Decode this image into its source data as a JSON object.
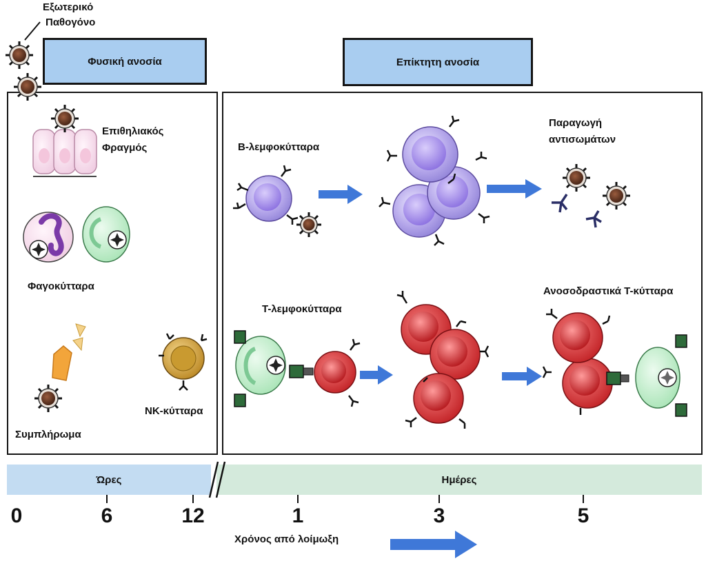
{
  "labels": {
    "pathogen": [
      "Εξωτερικό",
      "Παθογόνο"
    ],
    "innate_header": "Φυσική ανοσία",
    "adaptive_header": "Επίκτητη ανοσία",
    "epithelial": [
      "Επιθηλιακός",
      "Φραγμός"
    ],
    "phagocytes": "Φαγοκύτταρα",
    "complement": "Συμπλήρωμα",
    "nk_cells": "NK-κύτταρα",
    "b_cells": "B-λεμφοκύτταρα",
    "antibody_production": [
      "Παραγωγή",
      "αντισωμάτων"
    ],
    "t_cells": "Τ-λεμφοκύτταρα",
    "effector_t": "Ανοσοδραστικά Τ-κύτταρα"
  },
  "timeline": {
    "hours_label": "Ώρες",
    "days_label": "Ημέρες",
    "ticks": [
      "0",
      "6",
      "12",
      "1",
      "3",
      "5"
    ],
    "axis_label": "Χρόνος από λοίμωξη"
  },
  "colors": {
    "header_fill": "#a9cdf0",
    "hours_bar": "#c3dcf2",
    "days_bar": "#d4eadc",
    "b_cell": "#b4a6ea",
    "t_cell_effector": "#d22a2e",
    "helper_cell": "#b4e8c2",
    "arrow": "#3f78d8"
  }
}
